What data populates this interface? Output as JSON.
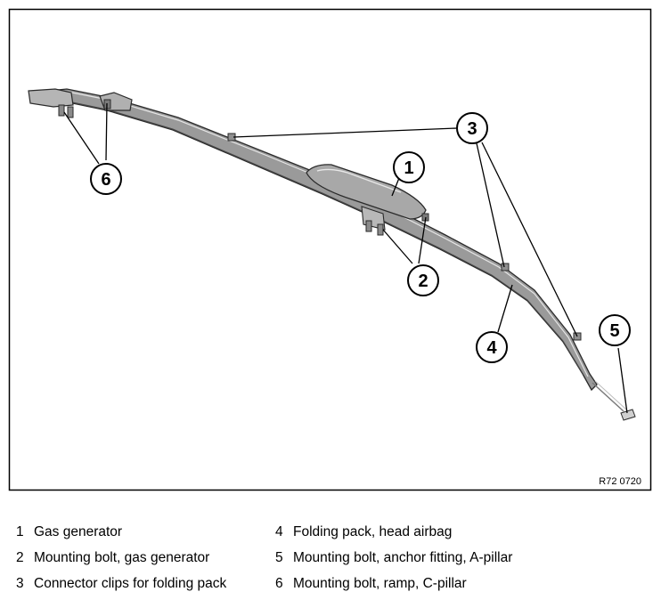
{
  "figure": {
    "reference_code": "R72 0720",
    "callouts": [
      {
        "id": "1",
        "number": "1"
      },
      {
        "id": "2",
        "number": "2"
      },
      {
        "id": "3",
        "number": "3"
      },
      {
        "id": "4",
        "number": "4"
      },
      {
        "id": "5",
        "number": "5"
      },
      {
        "id": "6",
        "number": "6"
      }
    ]
  },
  "legend": {
    "left": [
      {
        "number": "1",
        "text": "Gas generator"
      },
      {
        "number": "2",
        "text": "Mounting bolt, gas generator"
      },
      {
        "number": "3",
        "text": "Connector clips for folding pack"
      }
    ],
    "right": [
      {
        "number": "4",
        "text": "Folding pack, head airbag"
      },
      {
        "number": "5",
        "text": "Mounting bolt, anchor fitting, A-pillar"
      },
      {
        "number": "6",
        "text": "Mounting bolt, ramp, C-pillar"
      }
    ]
  }
}
